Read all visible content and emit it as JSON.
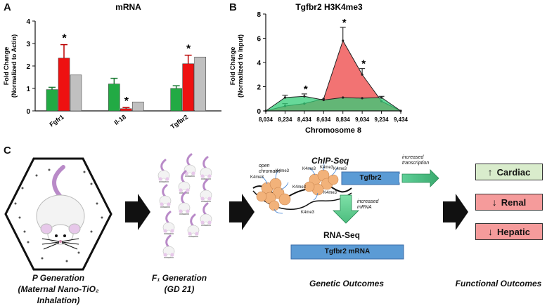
{
  "panels": {
    "a": "A",
    "b": "B",
    "c": "C"
  },
  "chart_data": [
    {
      "type": "bar",
      "title": "mRNA",
      "ylabel": "Fold Change\n(Normalized to Actin)",
      "ylim": [
        0,
        4
      ],
      "yticks": [
        0,
        1,
        2,
        3,
        4
      ],
      "categories": [
        "Fgfr1",
        "Il-18",
        "Tgfbr2"
      ],
      "series": [
        {
          "color": "#22aa44",
          "values": [
            0.95,
            1.2,
            1.0
          ],
          "errors": [
            0.1,
            0.25,
            0.12
          ]
        },
        {
          "color": "#ee1111",
          "values": [
            2.35,
            0.1,
            2.1
          ],
          "errors": [
            0.6,
            0.05,
            0.38
          ]
        },
        {
          "color": "#c0c0c0",
          "values": [
            1.6,
            0.4,
            2.4
          ],
          "errors": [
            0,
            0,
            0
          ]
        }
      ],
      "significance": [
        {
          "category": 0,
          "series": 1,
          "label": "*"
        },
        {
          "category": 1,
          "series": 1,
          "label": "*"
        },
        {
          "category": 2,
          "series": 1,
          "label": "*"
        }
      ]
    },
    {
      "type": "area",
      "title": "Tgfbr2 H3K4me3",
      "ylabel": "Fold Change\n(Normalized to Input)",
      "xlabel": "Chromosome 8",
      "xlim": [
        8034,
        9434
      ],
      "ylim": [
        0,
        8
      ],
      "xticks": [
        "8,034",
        "8,234",
        "8,434",
        "8,634",
        "8,834",
        "9,034",
        "9,234",
        "9,434"
      ],
      "xtick_values": [
        8034,
        8234,
        8434,
        8634,
        8834,
        9034,
        9234,
        9434
      ],
      "yticks": [
        0,
        2,
        4,
        6,
        8
      ],
      "series": [
        {
          "color": "#33cc77",
          "x": [
            8034,
            8234,
            8434,
            8634,
            8834,
            9034,
            9234,
            9434
          ],
          "y": [
            0,
            1.1,
            1.2,
            0.9,
            1.1,
            1.05,
            1.1,
            0
          ],
          "errors": [
            0,
            0.2,
            0.2,
            0,
            0,
            0,
            0.1,
            0
          ]
        },
        {
          "color": "#ee4444",
          "x": [
            8034,
            8234,
            8434,
            8634,
            8834,
            9034,
            9234,
            9434
          ],
          "y": [
            0,
            0.4,
            0.6,
            1.0,
            5.8,
            3.0,
            0.8,
            0
          ],
          "errors": [
            0,
            0.2,
            0,
            0,
            1.1,
            0.5,
            0,
            0
          ]
        }
      ],
      "significance": [
        {
          "x": 8434,
          "label": "*"
        },
        {
          "x": 8834,
          "label": "*"
        },
        {
          "x": 9034,
          "label": "*"
        }
      ]
    }
  ],
  "diagram": {
    "chip_seq": "ChIP-Seq",
    "rna_seq": "RNA-Seq",
    "open_chromatin": [
      "open",
      "chromatin"
    ],
    "increased_transcription": [
      "increased",
      "transcription"
    ],
    "increased_mrna": [
      "increased",
      "mRNA"
    ],
    "k4me3": "K4me3",
    "gene": "Tgfbr2",
    "mrna": "Tgfbr2 mRNA",
    "outcomes": [
      {
        "arrow": "↑",
        "label": "Cardiac",
        "color": "#d9eccc"
      },
      {
        "arrow": "↓",
        "label": "Renal",
        "color": "#f59b9b"
      },
      {
        "arrow": "↓",
        "label": "Hepatic",
        "color": "#f59b9b"
      }
    ],
    "captions": {
      "p_gen": [
        "P Generation",
        "(Maternal Nano-TiO₂ Inhalation)"
      ],
      "f1_gen": [
        "F₁ Generation",
        "(GD 21)"
      ],
      "genetic": "Genetic Outcomes",
      "functional": "Functional Outcomes"
    }
  }
}
